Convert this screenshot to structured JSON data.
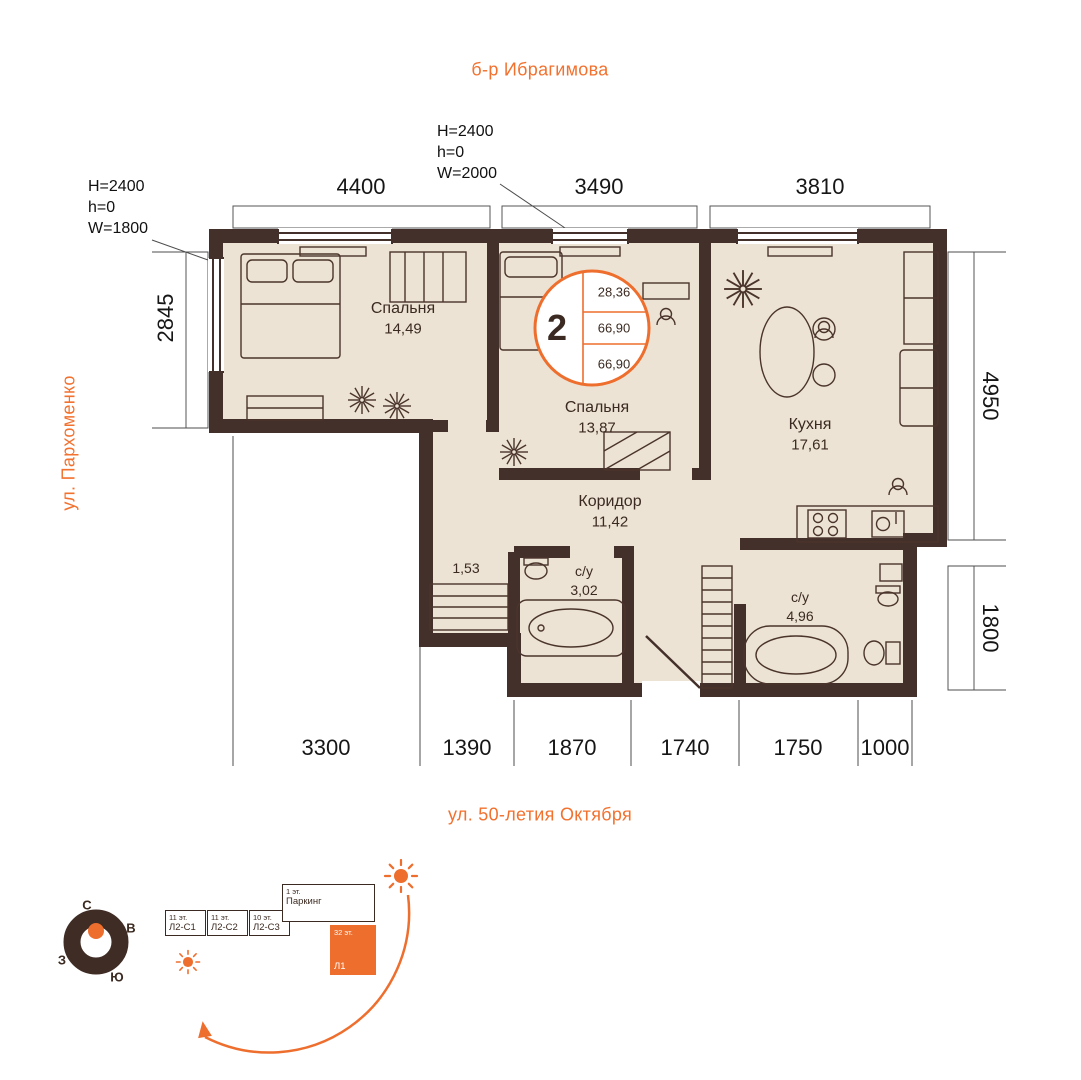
{
  "streets": {
    "top": "б-р Ибрагимова",
    "left": "ул. Пархоменко",
    "bottom": "ул. 50-летия Октября"
  },
  "annotations": {
    "top": [
      "H=2400",
      "h=0",
      "W=2000"
    ],
    "left": [
      "H=2400",
      "h=0",
      "W=1800"
    ]
  },
  "dims": {
    "top": [
      "4400",
      "3490",
      "3810"
    ],
    "left": [
      "2845"
    ],
    "right": [
      "4950",
      "1800"
    ],
    "bottom": [
      "3300",
      "1390",
      "1870",
      "1740",
      "1750",
      "1000"
    ]
  },
  "rooms": {
    "bedroom1": {
      "name": "Спальня",
      "area": "14,49"
    },
    "bedroom2": {
      "name": "Спальня",
      "area": "13,87"
    },
    "kitchen": {
      "name": "Кухня",
      "area": "17,61"
    },
    "corridor": {
      "name": "Коридор",
      "area": "11,42"
    },
    "closet": {
      "area": "1,53"
    },
    "bath1": {
      "name": "с/у",
      "area": "3,02"
    },
    "bath2": {
      "name": "с/у",
      "area": "4,96"
    }
  },
  "badge": {
    "rooms": "2",
    "values": [
      "28,36",
      "66,90",
      "66,90"
    ]
  },
  "compass": {
    "n": "С",
    "e": "В",
    "w": "З",
    "s": "Ю"
  },
  "locator": {
    "blocks": [
      {
        "floors": "11 эт.",
        "label": "Л2-С1"
      },
      {
        "floors": "11 эт.",
        "label": "Л2-С2"
      },
      {
        "floors": "10 эт.",
        "label": "Л2-С3"
      }
    ],
    "parking": {
      "floors": "1 эт.",
      "label": "Паркинг"
    },
    "tower": {
      "floors": "32 эт.",
      "label": "Л1"
    }
  },
  "colors": {
    "accent": "#ee6e2d",
    "wall": "#44302a",
    "floor": "#ece3d4"
  }
}
